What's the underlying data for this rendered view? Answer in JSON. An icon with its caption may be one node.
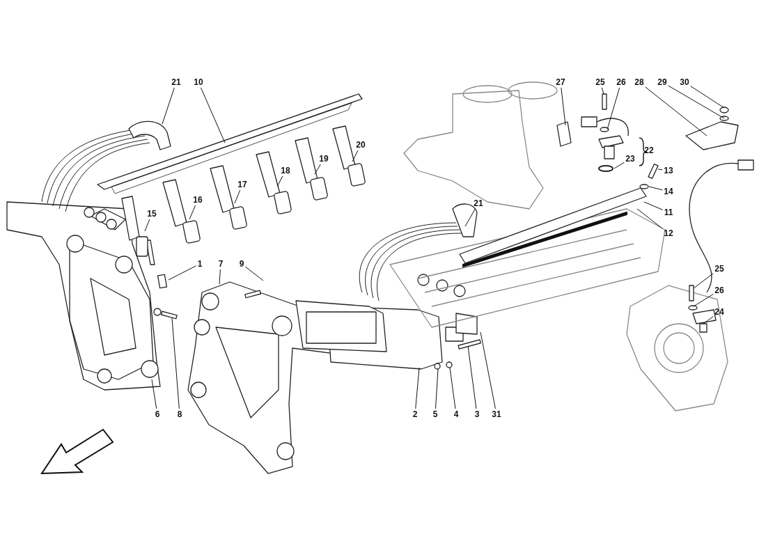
{
  "diagram": {
    "nodes": [
      {
        "text": [
          "21"
        ]
      },
      {
        "text": [
          "10"
        ]
      },
      {
        "text": [
          "27"
        ]
      },
      {
        "text": [
          "25"
        ]
      },
      {
        "text": [
          "26"
        ]
      },
      {
        "text": [
          "28"
        ]
      },
      {
        "text": [
          "29"
        ]
      },
      {
        "text": [
          "30"
        ]
      },
      {
        "text": [
          "20"
        ]
      },
      {
        "text": [
          "23"
        ]
      },
      {
        "text": [
          "19"
        ]
      },
      {
        "text": [
          "13"
        ]
      },
      {
        "text": [
          "18"
        ]
      },
      {
        "text": [
          "17"
        ]
      },
      {
        "text": [
          "14"
        ]
      },
      {
        "text": [
          "16"
        ]
      },
      {
        "text": [
          "21"
        ]
      },
      {
        "text": [
          "11"
        ]
      },
      {
        "text": [
          "15"
        ]
      },
      {
        "text": [
          "12"
        ]
      },
      {
        "text": [
          "1"
        ]
      },
      {
        "text": [
          "7"
        ]
      },
      {
        "text": [
          "9"
        ]
      },
      {
        "text": [
          "25"
        ]
      },
      {
        "text": [
          "26"
        ]
      },
      {
        "text": [
          "24"
        ]
      },
      {
        "text": [
          "6"
        ]
      },
      {
        "text": [
          "8"
        ]
      },
      {
        "text": [
          "2"
        ]
      },
      {
        "text": [
          "5"
        ]
      },
      {
        "text": [
          "4"
        ]
      },
      {
        "text": [
          "3"
        ]
      },
      {
        "text": [
          "31"
        ]
      }
    ],
    "edges": [
      {
        "from": 0,
        "to": null,
        "arrow": "none"
      },
      {
        "from": 1,
        "to": null,
        "arrow": "none"
      },
      {
        "from": 2,
        "to": null,
        "arrow": "none"
      },
      {
        "from": 3,
        "to": null,
        "arrow": "none"
      },
      {
        "from": 4,
        "to": null,
        "arrow": "none"
      },
      {
        "from": 5,
        "to": null,
        "arrow": "none"
      },
      {
        "from": 6,
        "to": null,
        "arrow": "none"
      },
      {
        "from": 7,
        "to": null,
        "arrow": "none"
      },
      {
        "from": 8,
        "to": null,
        "arrow": "none"
      },
      {
        "from": 9,
        "to": null,
        "arrow": "none"
      },
      {
        "from": 10,
        "to": null,
        "arrow": "none"
      },
      {
        "from": 11,
        "to": null,
        "arrow": "none"
      },
      {
        "from": 12,
        "to": null,
        "arrow": "none"
      },
      {
        "from": 13,
        "to": null,
        "arrow": "none"
      },
      {
        "from": 14,
        "to": null,
        "arrow": "none"
      },
      {
        "from": 15,
        "to": null,
        "arrow": "none"
      },
      {
        "from": 16,
        "to": null,
        "arrow": "none"
      },
      {
        "from": 17,
        "to": null,
        "arrow": "none"
      },
      {
        "from": 18,
        "to": null,
        "arrow": "none"
      },
      {
        "from": 19,
        "to": null,
        "arrow": "none"
      },
      {
        "from": 20,
        "to": null,
        "arrow": "none"
      },
      {
        "from": 21,
        "to": null,
        "arrow": "none"
      },
      {
        "from": 22,
        "to": null,
        "arrow": "none"
      },
      {
        "from": 23,
        "to": null,
        "arrow": "none"
      },
      {
        "from": 24,
        "to": null,
        "arrow": "none"
      },
      {
        "from": 25,
        "to": null,
        "arrow": "none"
      },
      {
        "from": 26,
        "to": null,
        "arrow": "none"
      },
      {
        "from": 27,
        "to": null,
        "arrow": "none"
      },
      {
        "from": 28,
        "to": null,
        "arrow": "none"
      },
      {
        "from": 29,
        "to": null,
        "arrow": "none"
      },
      {
        "from": 30,
        "to": null,
        "arrow": "none"
      },
      {
        "from": 31,
        "to": null,
        "arrow": "none"
      },
      {
        "from": 32,
        "to": null,
        "arrow": "none"
      }
    ],
    "labels": [
      "22"
    ]
  }
}
